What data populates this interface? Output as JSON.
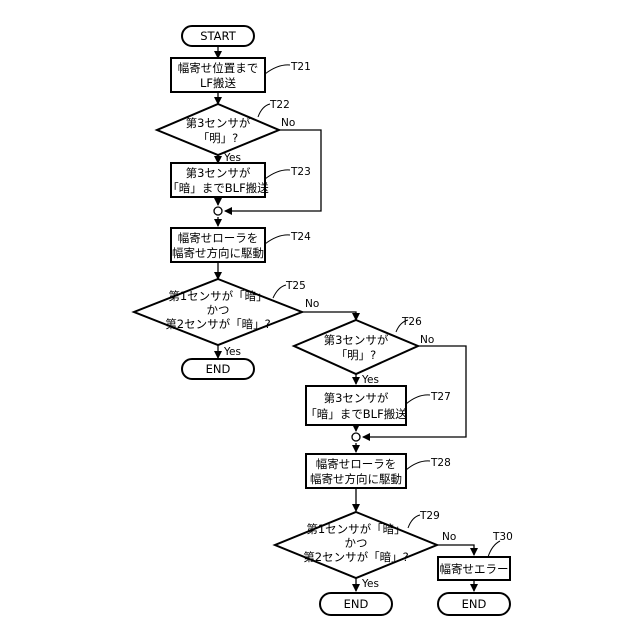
{
  "nodes": {
    "start": {
      "text": "START"
    },
    "t21": {
      "lines": [
        "幅寄せ位置まで",
        "LF搬送"
      ],
      "step": "T21"
    },
    "t22": {
      "lines": [
        "第3センサが",
        "「明」?"
      ],
      "step": "T22",
      "yes": "Yes",
      "no": "No"
    },
    "t23": {
      "lines": [
        "第3センサが",
        "「暗」までBLF搬送"
      ],
      "step": "T23"
    },
    "t24": {
      "lines": [
        "幅寄せローラを",
        "幅寄せ方向に駆動"
      ],
      "step": "T24"
    },
    "t25": {
      "lines": [
        "第1センサが「暗」",
        "かつ",
        "第2センサが「暗」?"
      ],
      "step": "T25",
      "yes": "Yes",
      "no": "No"
    },
    "end1": {
      "text": "END"
    },
    "t26": {
      "lines": [
        "第3センサが",
        "「明」?"
      ],
      "step": "T26",
      "yes": "Yes",
      "no": "No"
    },
    "t27": {
      "lines": [
        "第3センサが",
        "「暗」までBLF搬送"
      ],
      "step": "T27"
    },
    "t28": {
      "lines": [
        "幅寄せローラを",
        "幅寄せ方向に駆動"
      ],
      "step": "T28"
    },
    "t29": {
      "lines": [
        "第1センサが「暗」",
        "かつ",
        "第2センサが「暗」?"
      ],
      "step": "T29",
      "yes": "Yes",
      "no": "No"
    },
    "t30": {
      "text": "幅寄せエラー",
      "step": "T30"
    },
    "end2": {
      "text": "END"
    },
    "end3": {
      "text": "END"
    }
  }
}
